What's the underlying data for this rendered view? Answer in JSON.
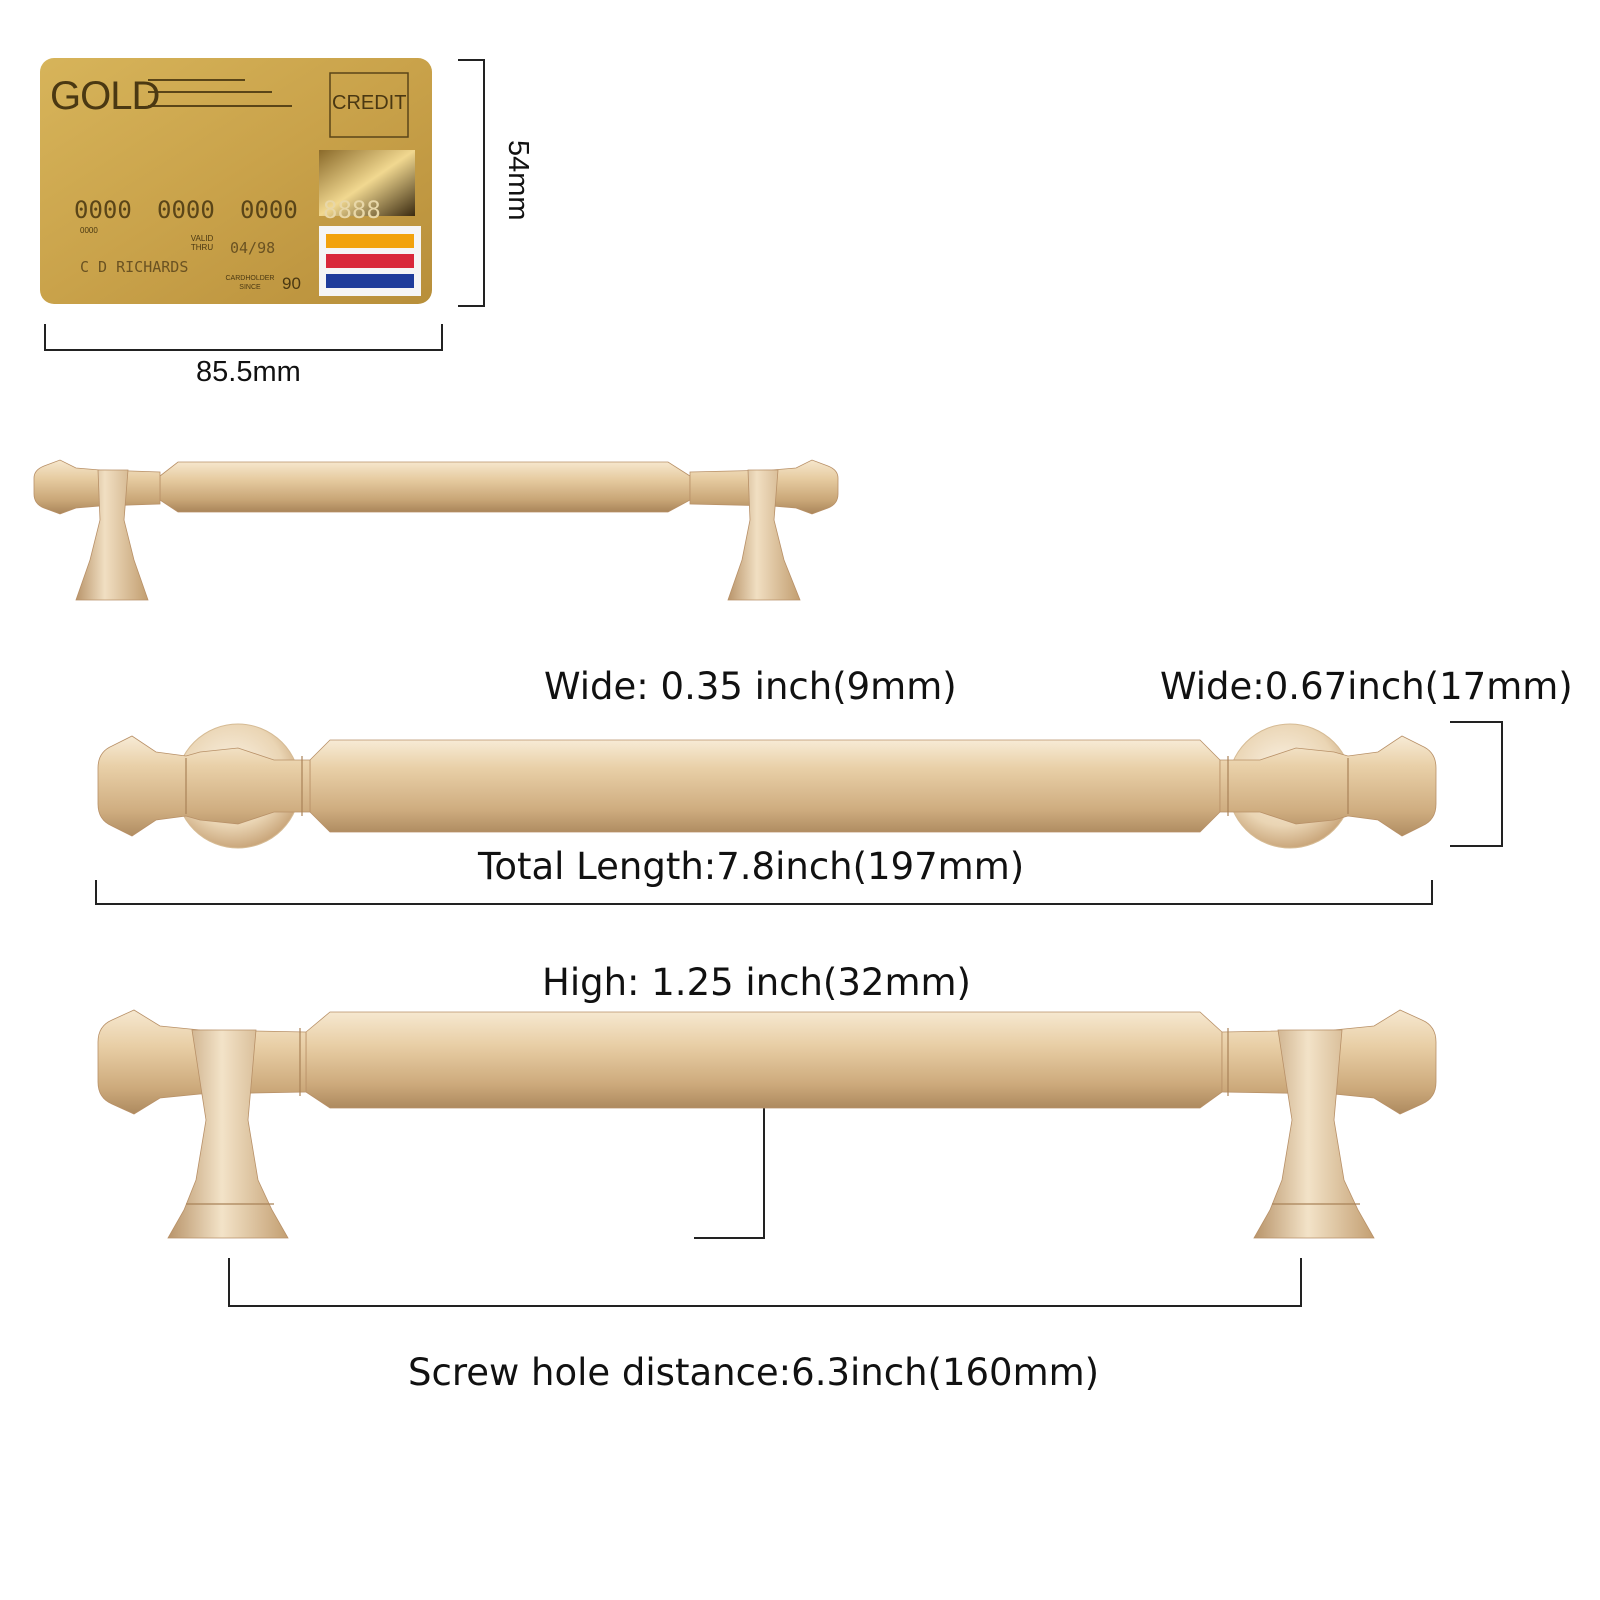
{
  "card": {
    "brand": "GOLD",
    "type": "CREDIT",
    "number_groups": [
      "0000",
      "0000",
      "0000",
      "8888"
    ],
    "small_number": "0000",
    "valid_thru_label": "VALID THRU",
    "expiry": "04/98",
    "holder": "C D RICHARDS",
    "cardholder_since_label": "CARDHOLDER SINCE",
    "since_year": "90",
    "stripe_colors": [
      "#f2a20c",
      "#d9283a",
      "#1f3c9b"
    ],
    "width_label": "85.5mm",
    "height_label": "54mm"
  },
  "dimensions": {
    "bar_wide": "Wide: 0.35 inch(9mm)",
    "end_wide": "Wide:0.67inch(17mm)",
    "total_length": "Total Length:7.8inch(197mm)",
    "high": "High: 1.25 inch(32mm)",
    "screw_hole_distance": "Screw hole distance:6.3inch(160mm)"
  },
  "colors": {
    "card_gold": "#c9a24a",
    "handle_gold": "#e3c9a0",
    "line": "#222222"
  }
}
